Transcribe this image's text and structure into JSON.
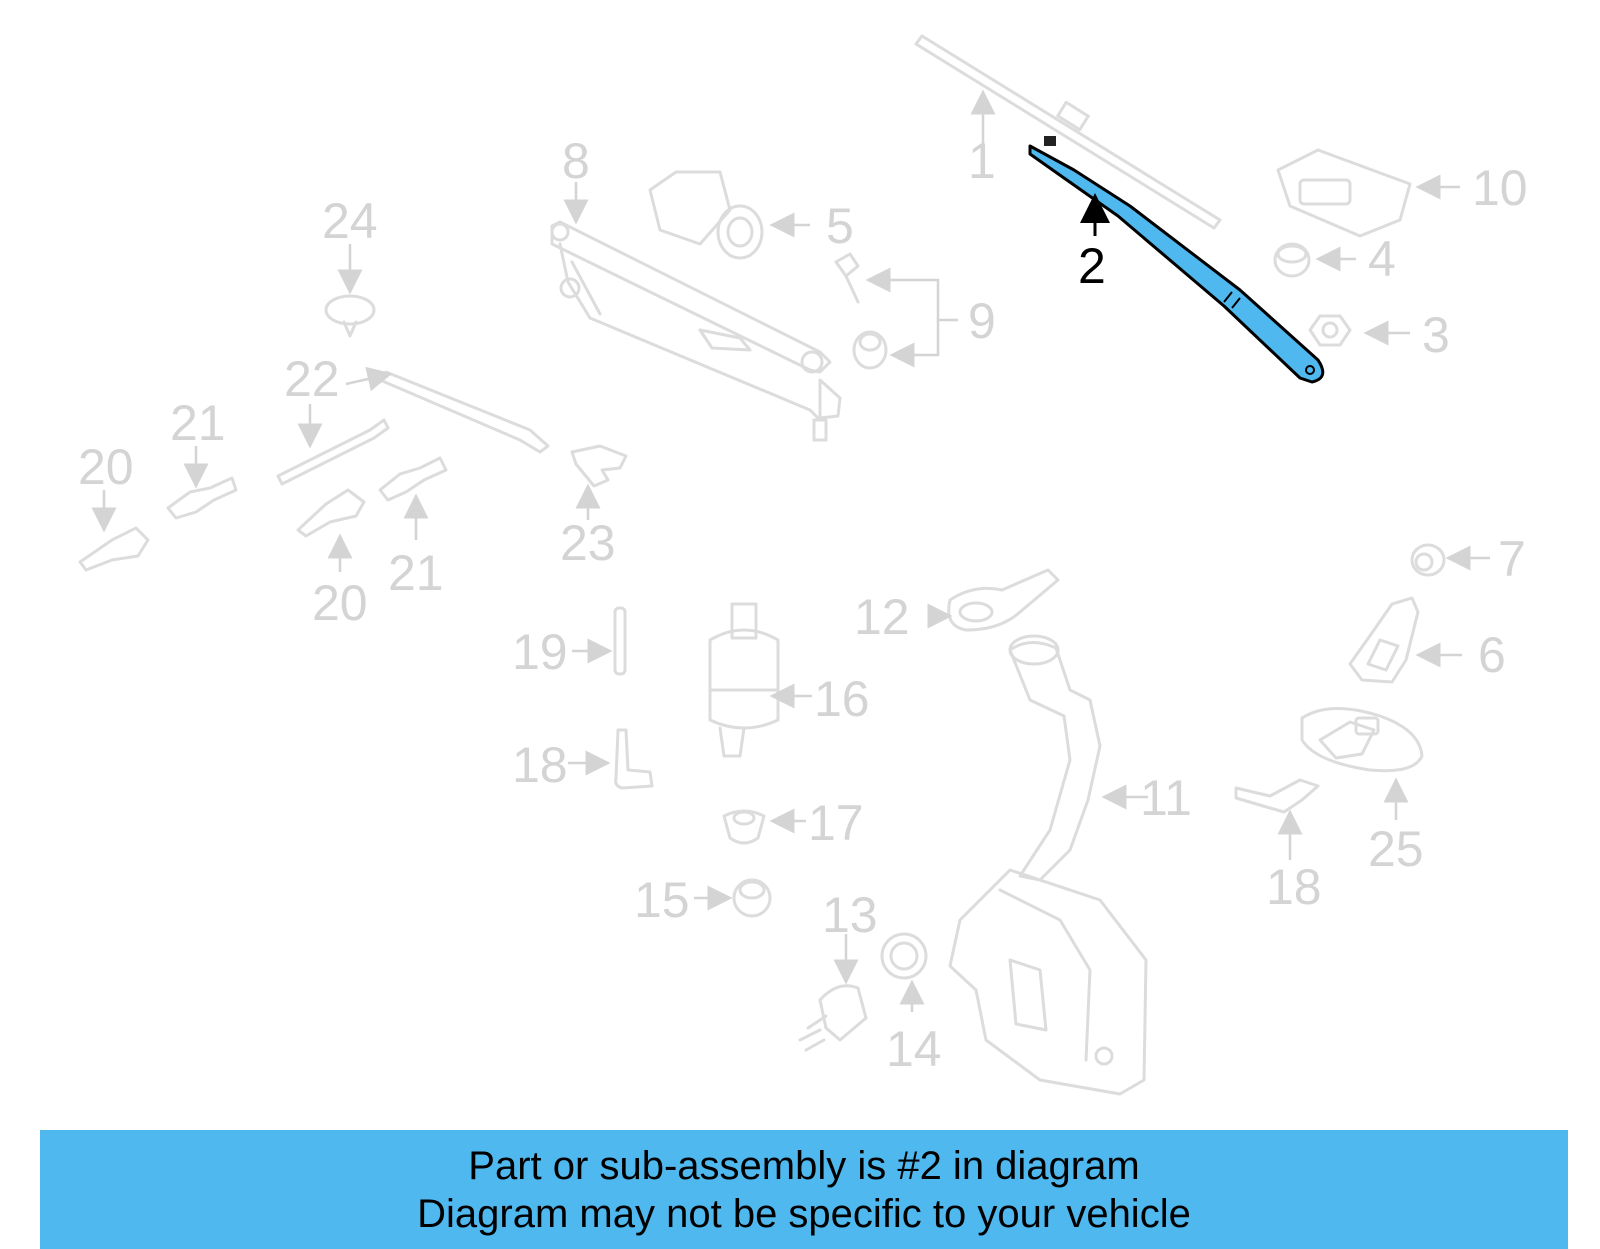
{
  "colors": {
    "banner": "#4fb8ee",
    "highlight_part": "#4fb8ee",
    "faded_part": "#dcdcdc",
    "faded_text": "#d4d4d4"
  },
  "callouts": {
    "c1": "1",
    "c2": "2",
    "c3": "3",
    "c4": "4",
    "c5": "5",
    "c6": "6",
    "c7": "7",
    "c8": "8",
    "c9": "9",
    "c10": "10",
    "c11": "11",
    "c12": "12",
    "c13": "13",
    "c14": "14",
    "c15": "15",
    "c16": "16",
    "c17": "17",
    "c18a": "18",
    "c18b": "18",
    "c19": "19",
    "c20a": "20",
    "c20b": "20",
    "c21a": "21",
    "c21b": "21",
    "c22": "22",
    "c23": "23",
    "c24": "24",
    "c25": "25"
  },
  "banner": {
    "line1": "Part or sub-assembly is #2 in diagram",
    "line2": "Diagram may not be specific to your vehicle"
  }
}
